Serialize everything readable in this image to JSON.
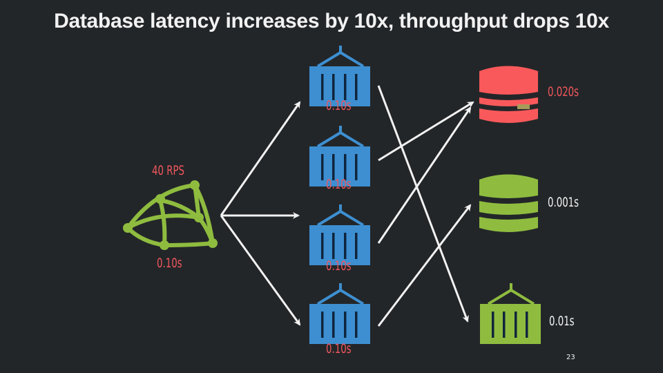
{
  "slide": {
    "title": "Database latency increases by 10x, throughput drops 10x",
    "page_number": "23"
  },
  "client": {
    "icon": "load-generator-icon",
    "rps_label": "40 RPS",
    "latency_label": "0.10s"
  },
  "app_servers": [
    {
      "icon": "container-icon",
      "latency_label": "0.10s"
    },
    {
      "icon": "container-icon",
      "latency_label": "0.10s"
    },
    {
      "icon": "container-icon",
      "latency_label": "0.10s"
    },
    {
      "icon": "container-icon",
      "latency_label": "0.10s"
    }
  ],
  "backends": [
    {
      "icon": "database-icon",
      "latency_label": "0.020s",
      "status": "slow",
      "color": "#f9595b"
    },
    {
      "icon": "database-icon",
      "latency_label": "0.001s",
      "status": "ok",
      "color": "#8fbc3f"
    },
    {
      "icon": "container-icon",
      "latency_label": "0.01s",
      "status": "ok",
      "color": "#8fbc3f"
    }
  ],
  "colors": {
    "background": "#232629",
    "app_server": "#3d8fd1",
    "latency_red": "#f0575d",
    "arrow": "#f2f2f2",
    "client_green": "#8fbc3f"
  }
}
